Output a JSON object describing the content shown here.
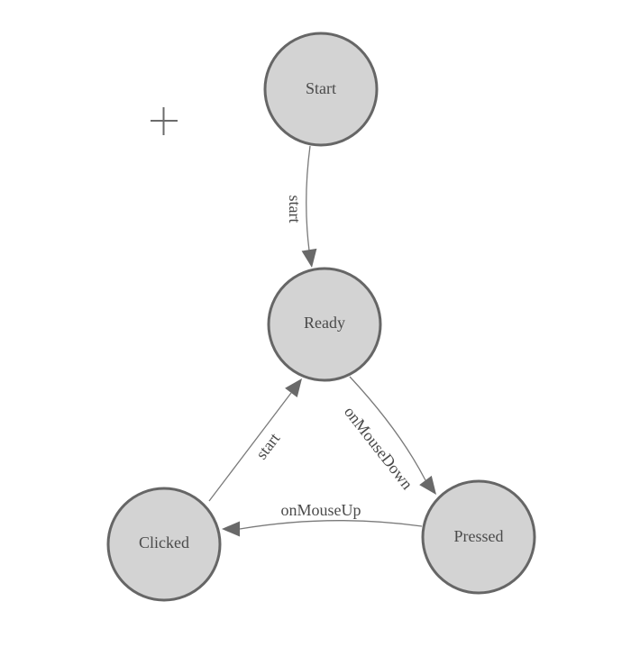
{
  "diagram": {
    "type": "state-machine",
    "colors": {
      "node_fill": "#d3d3d3",
      "node_stroke": "#666666",
      "edge_stroke": "#7a7a7a",
      "arrow_fill": "#696969",
      "text": "#4a4a4a",
      "crosshair": "#6b6b6b"
    },
    "nodes": [
      {
        "id": "start",
        "label": "Start"
      },
      {
        "id": "ready",
        "label": "Ready"
      },
      {
        "id": "clicked",
        "label": "Clicked"
      },
      {
        "id": "pressed",
        "label": "Pressed"
      }
    ],
    "edges": [
      {
        "label": "start",
        "from": "Start",
        "to": "Ready"
      },
      {
        "label": "onMouseDown",
        "from": "Ready",
        "to": "Pressed"
      },
      {
        "label": "onMouseUp",
        "from": "Pressed",
        "to": "Clicked"
      },
      {
        "label": "start",
        "from": "Clicked",
        "to": "Ready"
      }
    ],
    "cursor": {
      "icon": "crosshair-plus"
    }
  }
}
